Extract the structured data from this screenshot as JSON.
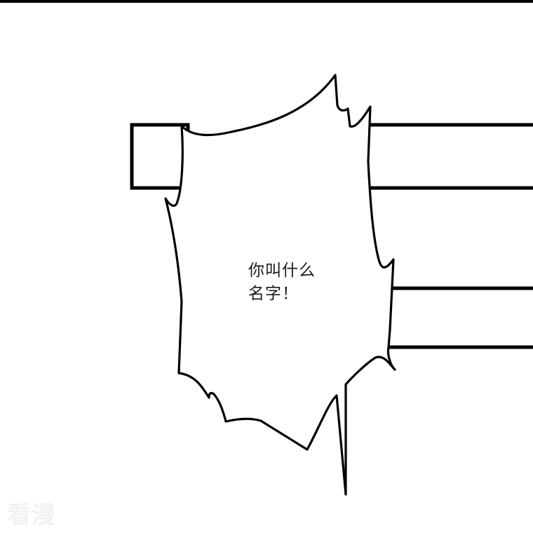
{
  "panel": {
    "speech_bubble": {
      "lines": [
        "你叫什么",
        "名字！"
      ]
    },
    "watermark": "看漫"
  },
  "colors": {
    "background": "#ffffff",
    "ink": "#000000"
  }
}
